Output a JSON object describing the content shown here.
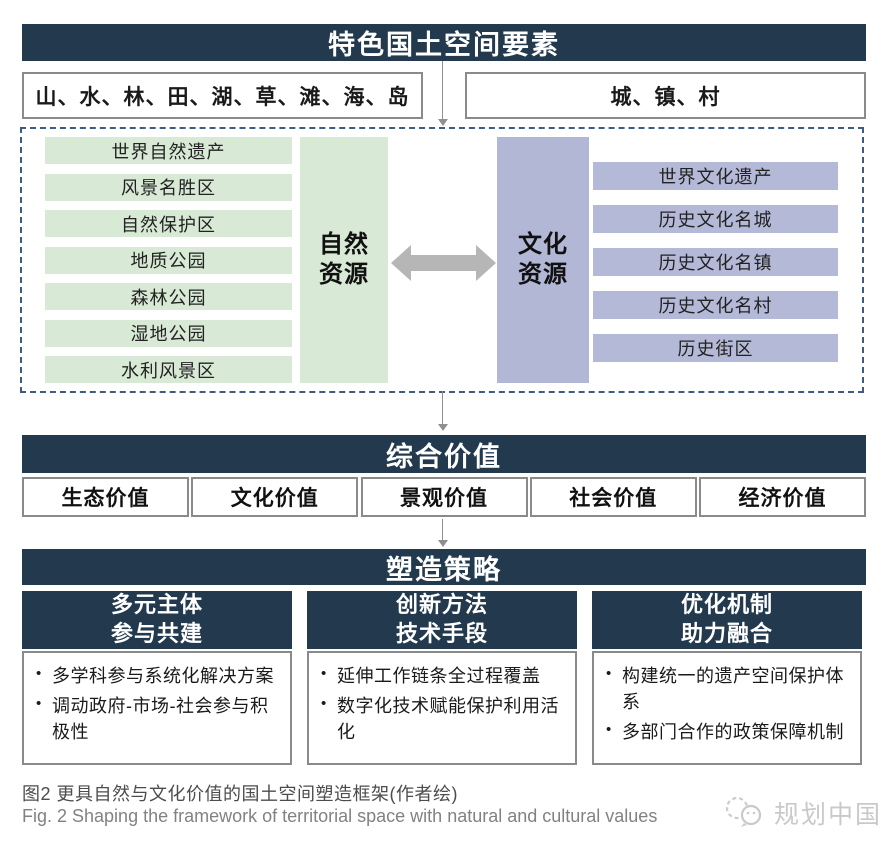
{
  "top": {
    "title": "特色国土空间要素",
    "elements": [
      "山、水、林、田、湖、草、滩、海、岛",
      "城、镇、村"
    ]
  },
  "resources": {
    "natural": {
      "label": "自然\n资源",
      "items": [
        "世界自然遗产",
        "风景名胜区",
        "自然保护区",
        "地质公园",
        "森林公园",
        "湿地公园",
        "水利风景区"
      ]
    },
    "cultural": {
      "label": "文化\n资源",
      "items": [
        "世界文化遗产",
        "历史文化名城",
        "历史文化名镇",
        "历史文化名村",
        "历史街区"
      ]
    }
  },
  "values": {
    "title": "综合价值",
    "items": [
      "生态价值",
      "文化价值",
      "景观价值",
      "社会价值",
      "经济价值"
    ]
  },
  "strategies": {
    "title": "塑造策略",
    "columns": [
      {
        "header": "多元主体\n参与共建",
        "bullets": [
          "多学科参与系统化解决方案",
          "调动政府-市场-社会参与积极性"
        ]
      },
      {
        "header": "创新方法\n技术手段",
        "bullets": [
          "延伸工作链条全过程覆盖",
          "数字化技术赋能保护利用活化"
        ]
      },
      {
        "header": "优化机制\n助力融合",
        "bullets": [
          "构建统一的遗产空间保护体系",
          "多部门合作的政策保障机制"
        ]
      }
    ]
  },
  "caption": {
    "cn": "图2  更具自然与文化价值的国土空间塑造框架(作者绘)",
    "en": "Fig. 2  Shaping the framework of territorial space with natural and cultural values"
  },
  "watermark": {
    "label": "规划中国"
  },
  "colors": {
    "navy": "#233a4e",
    "green": "#d8e9d5",
    "purple": "#b2b7d6",
    "arrow_gray": "#b6b6b6",
    "box_border_gray": "#8a8a8a",
    "dashed_border": "#3d5c80"
  }
}
